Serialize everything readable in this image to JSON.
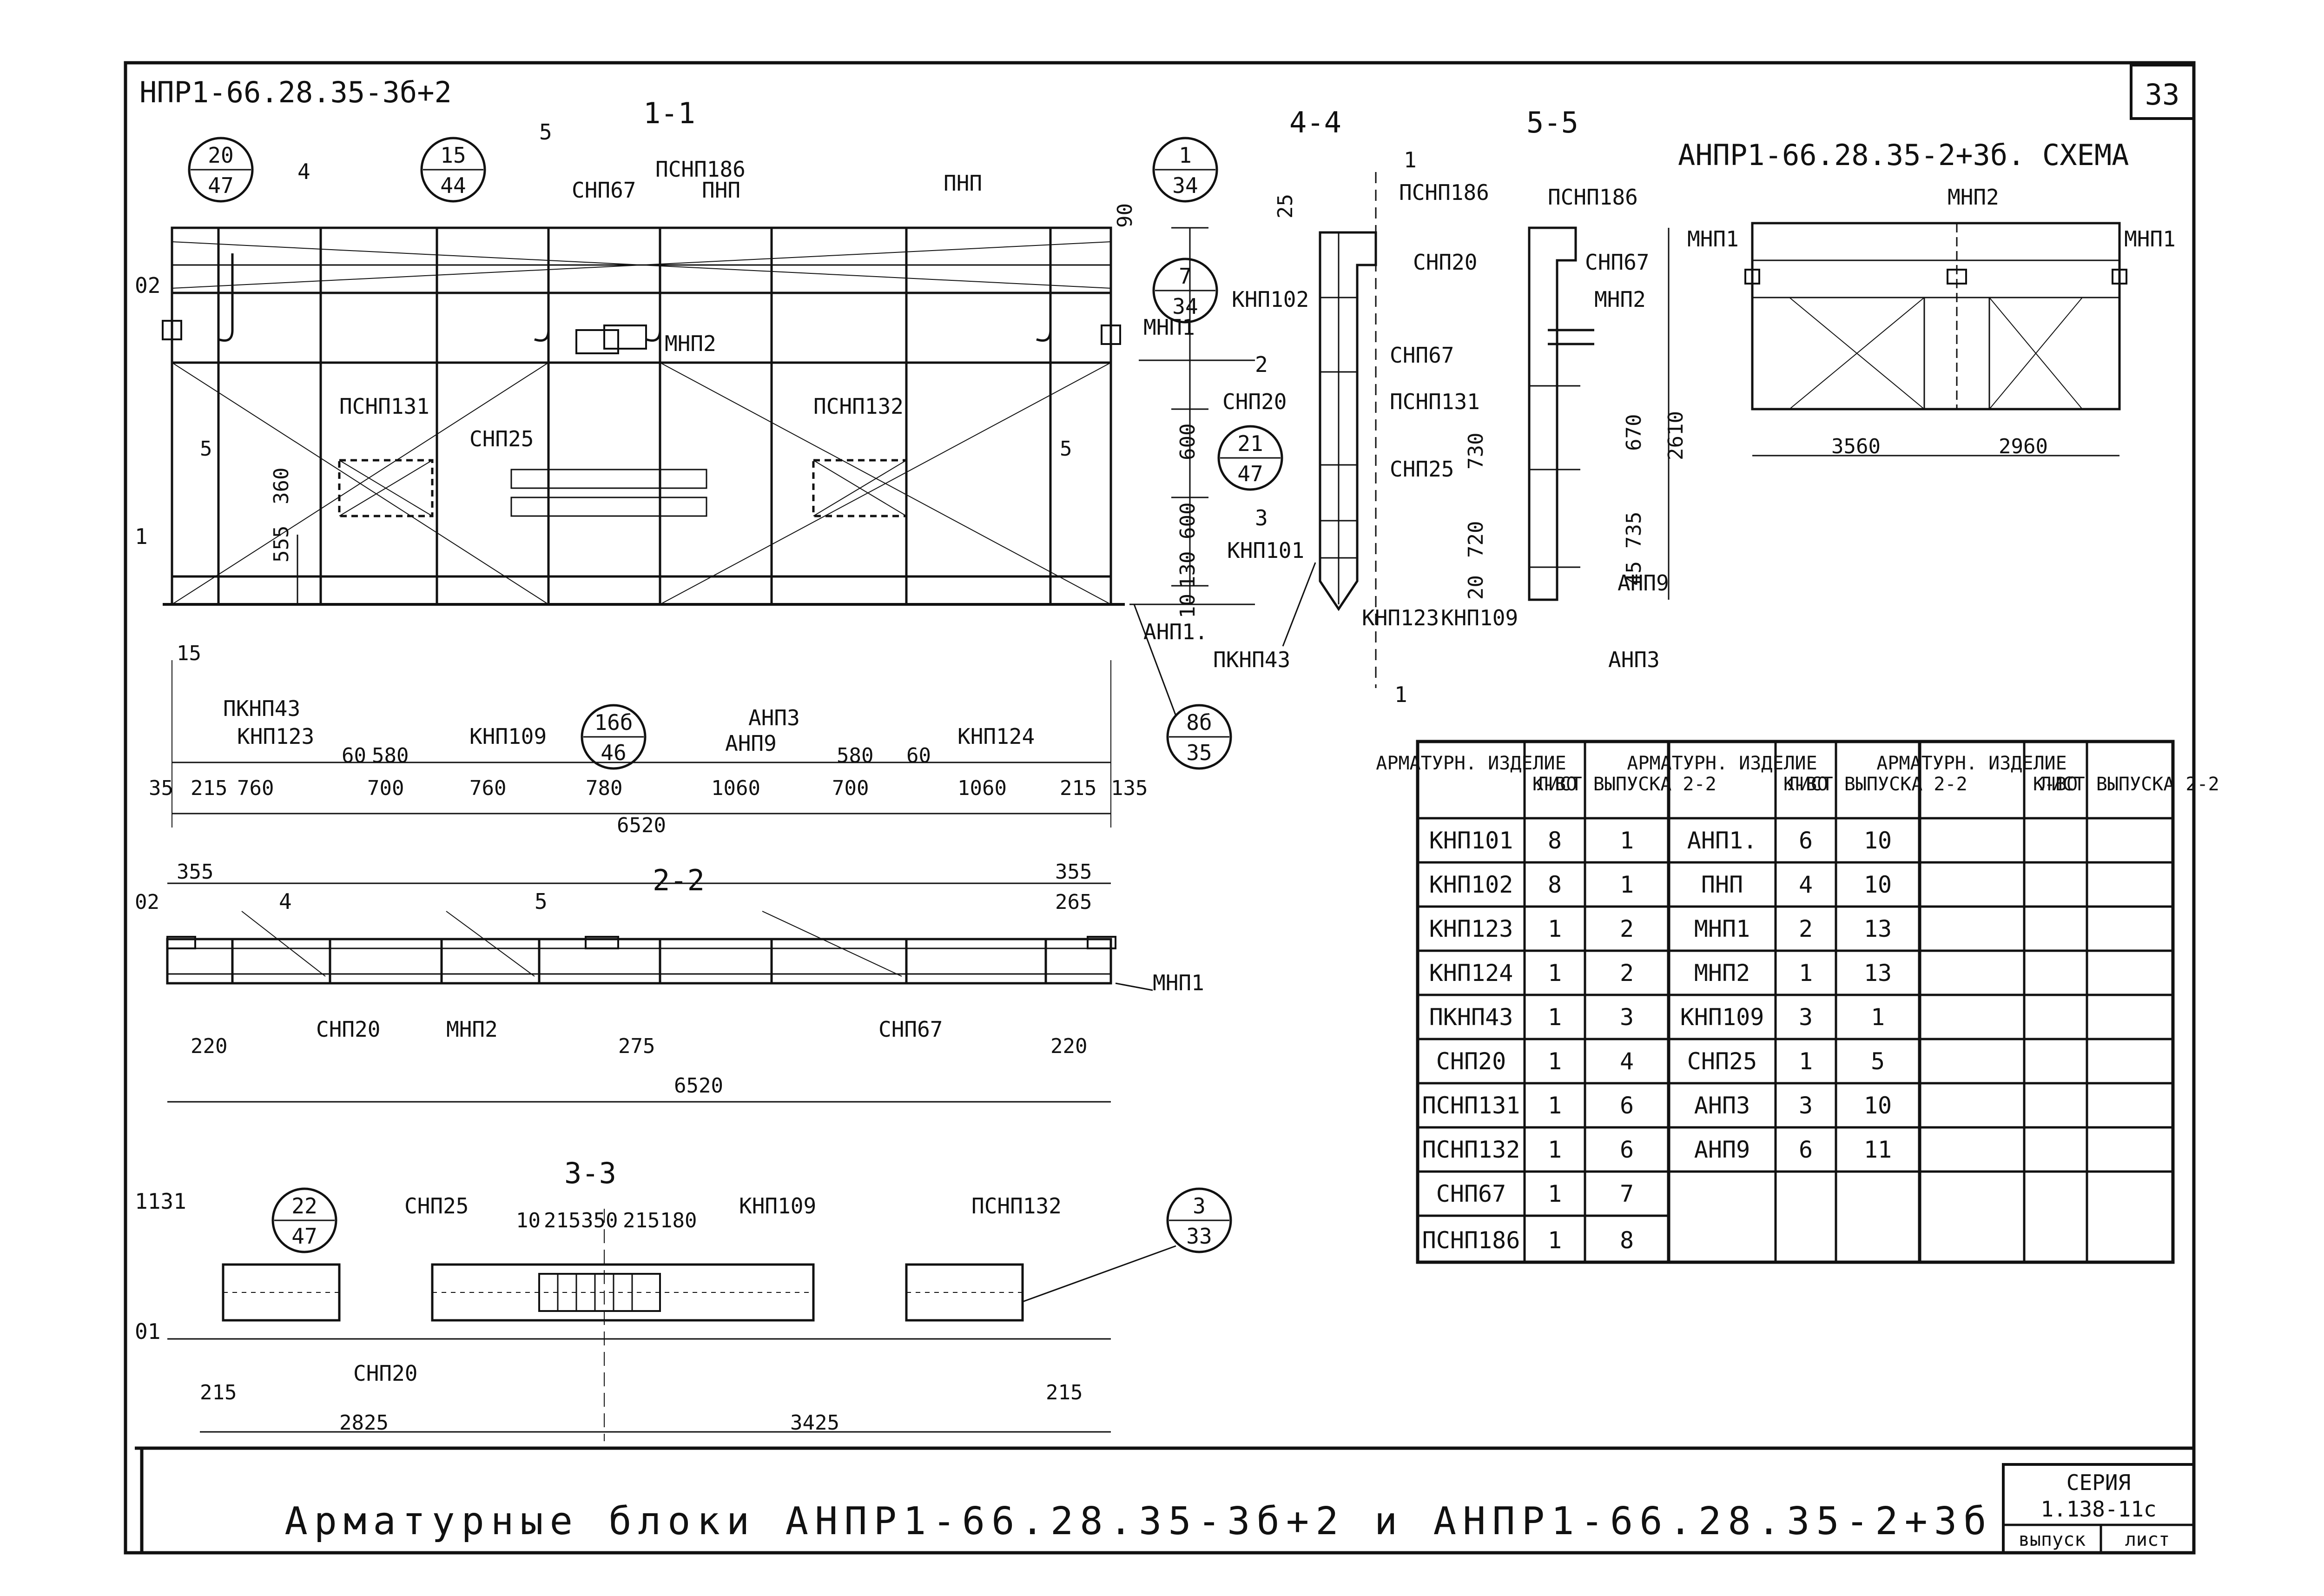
{
  "sheet": {
    "code_top_left": "НПР1-66.28.35-3б+2",
    "sheet_number": "33",
    "main_title": "Арматурные блоки АНПР1-66.28.35-3б+2 и АНПР1-66.28.35-2+3б",
    "series_label": "СЕРИЯ",
    "series_value": "1.138-11с",
    "issue_label": "выпуск",
    "list_label": "лист"
  },
  "section_titles": {
    "s11": "1-1",
    "s22": "2-2",
    "s33": "3-3",
    "s44": "4-4",
    "s55": "5-5",
    "scheme": "АНПР1-66.28.35-2+3б. СХЕМА"
  },
  "callouts": [
    {
      "top": "20",
      "bottom": "47"
    },
    {
      "top": "15",
      "bottom": "44"
    },
    {
      "top": "1",
      "bottom": "34"
    },
    {
      "top": "7",
      "bottom": "34"
    },
    {
      "top": "21",
      "bottom": "47"
    },
    {
      "top": "16б",
      "bottom": "46"
    },
    {
      "top": "8б",
      "bottom": "35"
    },
    {
      "top": "22",
      "bottom": "47"
    },
    {
      "top": "3",
      "bottom": "33"
    }
  ],
  "labels": {
    "pnp": "ПНП",
    "psnp186": "ПСНП186",
    "snp67": "СНП67",
    "mnp2": "МНП2",
    "mnp1": "МНП1",
    "psnp131": "ПСНП131",
    "psnp132": "ПСНП132",
    "snp25": "СНП25",
    "snp20": "СНП20",
    "knp102": "КНП102",
    "knp101": "КНП101",
    "knp123": "КНП123",
    "knp109": "КНП109",
    "knp124": "КНП124",
    "pknp43": "ПКНП43",
    "anp1": "АНП1.",
    "anp3": "АНП3",
    "anp9": "АНП9",
    "mark4": "4",
    "mark5": "5",
    "mark1": "1",
    "mark2": "2",
    "mark3": "3"
  },
  "dims": {
    "row11": [
      "35",
      "215",
      "760",
      "60",
      "580",
      "700",
      "760",
      "780",
      "1060",
      "580",
      "700",
      "60",
      "1060",
      "215",
      "135"
    ],
    "total_6520": "6520",
    "left_vert": [
      "555",
      "360",
      "5",
      "15"
    ],
    "right_vert": [
      "90",
      "600",
      "600",
      "130",
      "10",
      "5"
    ],
    "row22_top": [
      "355",
      "355",
      "265",
      "02"
    ],
    "row22_bot": [
      "220",
      "275",
      "220"
    ],
    "row33_top": [
      "10",
      "215",
      "350",
      "215",
      "180"
    ],
    "row33_bot": [
      "215",
      "215",
      "2825",
      "3425"
    ],
    "sec44": [
      "25"
    ],
    "sec55": [
      "730",
      "720",
      "20",
      "670",
      "2610",
      "735",
      "45"
    ],
    "scheme": [
      "3560",
      "2960"
    ],
    "edge": [
      "02",
      "1",
      "1131",
      "01"
    ]
  },
  "table": {
    "headers": [
      {
        "col1": "АРМАТУРН. ИЗДЕЛИЕ",
        "col2": "К-ВО",
        "col3": "ЛИСТ ВЫПУСКА 2-2"
      },
      {
        "col1": "АРМАТУРН. ИЗДЕЛИЕ",
        "col2": "К-ВО",
        "col3": "ЛИСТ ВЫПУСКА 2-2"
      },
      {
        "col1": "АРМАТУРН. ИЗДЕЛИЕ",
        "col2": "К-ВО",
        "col3": "ЛИСТ ВЫПУСКА 2-2"
      }
    ],
    "group1": [
      [
        "КНП101",
        "8",
        "1"
      ],
      [
        "КНП102",
        "8",
        "1"
      ],
      [
        "КНП123",
        "1",
        "2"
      ],
      [
        "КНП124",
        "1",
        "2"
      ],
      [
        "ПКНП43",
        "1",
        "3"
      ],
      [
        "СНП20",
        "1",
        "4"
      ],
      [
        "ПСНП131",
        "1",
        "6"
      ],
      [
        "ПСНП132",
        "1",
        "6"
      ],
      [
        "СНП67",
        "1",
        "7"
      ],
      [
        "ПСНП186",
        "1",
        "8"
      ]
    ],
    "group2": [
      [
        "АНП1.",
        "6",
        "10"
      ],
      [
        "ПНП",
        "4",
        "10"
      ],
      [
        "МНП1",
        "2",
        "13"
      ],
      [
        "МНП2",
        "1",
        "13"
      ],
      [
        "КНП109",
        "3",
        "1"
      ],
      [
        "СНП25",
        "1",
        "5"
      ],
      [
        "АНП3",
        "3",
        "10"
      ],
      [
        "АНП9",
        "6",
        "11"
      ]
    ]
  }
}
